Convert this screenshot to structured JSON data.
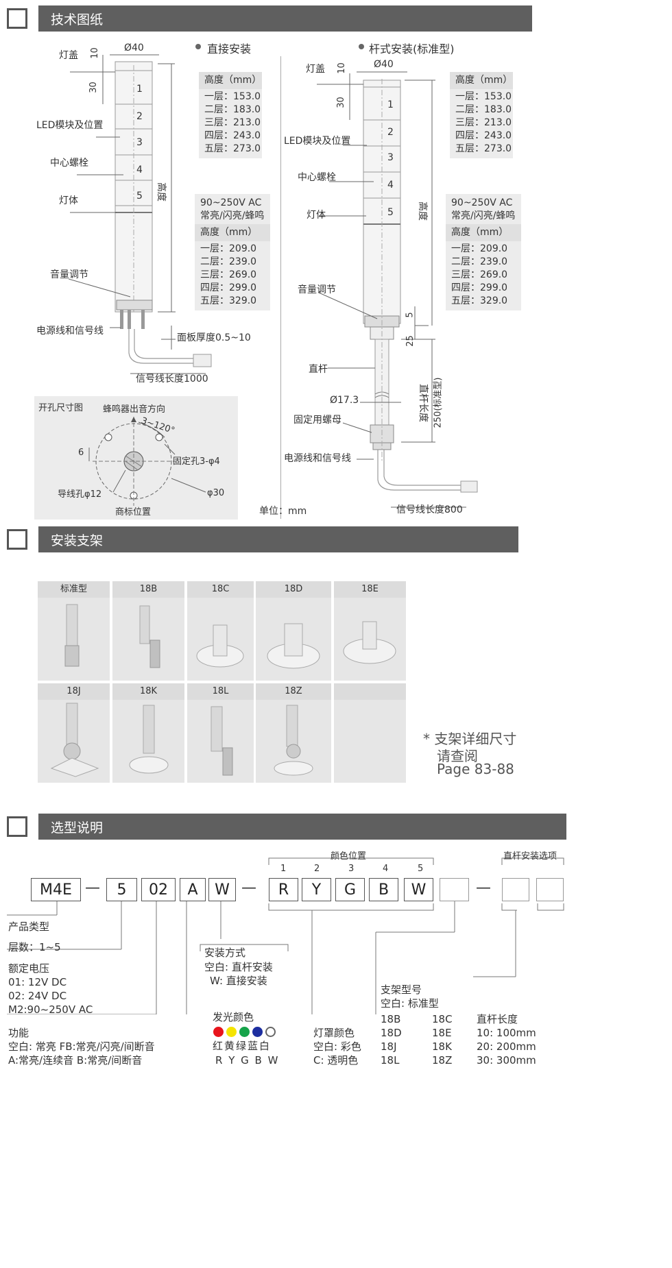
{
  "sections": {
    "tech": "技术图纸",
    "bracket": "安装支架",
    "select": "选型说明"
  },
  "direct": {
    "title": "直接安装",
    "dia": "Ø40",
    "dim10": "10",
    "dim30": "30",
    "cap": "灯盖",
    "led": "LED模块及位置",
    "bolt": "中心螺栓",
    "body": "灯体",
    "vol": "音量调节",
    "wire": "电源线和信号线",
    "height": "高度",
    "panel": "面板厚度0.5~10",
    "signal": "信号线长度1000",
    "tiers": [
      "1",
      "2",
      "3",
      "4",
      "5"
    ],
    "table1": {
      "head": "高度（mm）",
      "rows": [
        "一层：153.0",
        "二层：183.0",
        "三层：213.0",
        "四层：243.0",
        "五层：273.0"
      ]
    },
    "table2": {
      "head1": "90~250V AC",
      "head2": "常亮/闪亮/蜂鸣",
      "head": "高度（mm）",
      "rows": [
        "一层：209.0",
        "二层：239.0",
        "三层：269.0",
        "四层：299.0",
        "五层：329.0"
      ]
    }
  },
  "hole": {
    "title": "开孔尺寸图",
    "buzzer": "蜂鸣器出音方向",
    "angle": "3~120°",
    "six": "6",
    "fix": "固定孔3-φ4",
    "wirehole": "导线孔φ12",
    "phi30": "φ30",
    "mark": "商标位置"
  },
  "pole": {
    "title": "杆式安装(标准型)",
    "dia": "Ø40",
    "dim10": "10",
    "dim30": "30",
    "cap": "灯盖",
    "led": "LED模块及位置",
    "bolt": "中心螺栓",
    "body": "灯体",
    "vol": "音量调节",
    "rod": "直杆",
    "d173": "Ø17.3",
    "nut": "固定用螺母",
    "wire": "电源线和信号线",
    "height": "高度",
    "dim5": "5",
    "dim25": "25",
    "rodlen": "直杆长度",
    "rodstd": "250(标准型)",
    "signal": "信号线长度800",
    "unit": "单位：mm",
    "tiers": [
      "1",
      "2",
      "3",
      "4",
      "5"
    ],
    "table1": {
      "head": "高度（mm）",
      "rows": [
        "一层：153.0",
        "二层：183.0",
        "三层：213.0",
        "四层：243.0",
        "五层：273.0"
      ]
    },
    "table2": {
      "head1": "90~250V AC",
      "head2": "常亮/闪亮/蜂鸣",
      "head": "高度（mm）",
      "rows": [
        "一层：209.0",
        "二层：239.0",
        "三层：269.0",
        "四层：299.0",
        "五层：329.0"
      ]
    }
  },
  "brackets": {
    "row1": [
      "标准型",
      "18B",
      "18C",
      "18D",
      "18E"
    ],
    "row2": [
      "18J",
      "18K",
      "18L",
      "18Z",
      ""
    ],
    "note1": "* 支架详细尺寸",
    "note2": "请查阅",
    "note3": "Page 83-88"
  },
  "code": {
    "color_pos": "颜色位置",
    "pole_opt": "直杆安装选项",
    "pos": [
      "1",
      "2",
      "3",
      "4",
      "5"
    ],
    "boxes": [
      "M4E",
      "5",
      "02",
      "A",
      "W",
      "R",
      "Y",
      "G",
      "B",
      "W"
    ],
    "dash": "—"
  },
  "legend": {
    "type": "产品类型",
    "layers": "层数：1~5",
    "volt_t": "额定电压",
    "volt1": "01: 12V  DC",
    "volt2": "02: 24V  DC",
    "volt3": "M2:90~250V  AC",
    "func_t": "功能",
    "func1": "空白: 常亮   FB:常亮/闪亮/间断音",
    "func2": "A:常亮/连续音   B:常亮/间断音",
    "mount_t": "安装方式",
    "mount1": "空白: 直杆安装",
    "mount2": "W:  直接安装",
    "light_t": "发光颜色",
    "light_cn": "红黄绿蓝白",
    "light_en": "R Y G B W",
    "colors": [
      "#e8141c",
      "#f5e400",
      "#16a34a",
      "#1d2ea0",
      "#ffffff"
    ],
    "shade_t": "灯罩颜色",
    "shade1": "空白: 彩色",
    "shade2": "C: 透明色",
    "brk_t": "支架型号",
    "brk_std": "空白:  标准型",
    "brk_a": [
      "18B",
      "18D",
      "18J",
      "18L"
    ],
    "brk_b": [
      "18C",
      "18E",
      "18K",
      "18Z"
    ],
    "rod_t": "直杆长度",
    "rod1": "10:  100mm",
    "rod2": "20:  200mm",
    "rod3": "30:  300mm"
  }
}
